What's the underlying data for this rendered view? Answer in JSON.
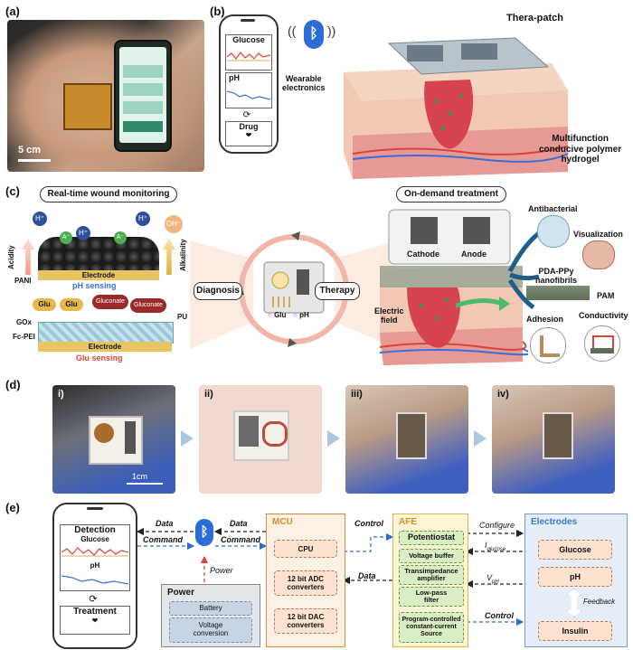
{
  "panels": {
    "a": "(a)",
    "b": "(b)",
    "c": "(c)",
    "d": "(d)",
    "e": "(e)"
  },
  "a": {
    "scale": "5 cm"
  },
  "b": {
    "phone": {
      "glucose": "Glucose",
      "ph": "pH",
      "drug": "Drug"
    },
    "labels": {
      "thera_patch": "Thera-patch",
      "wearable": "Wearable\nelectronics",
      "hydrogel": "Multifunction\nconducive polymer\nhydrogel"
    }
  },
  "c": {
    "monitoring_title": "Real-time wound monitoring",
    "treatment_title": "On-demand treatment",
    "acidity": "Acidity",
    "alkalinity": "Alkalinity",
    "pani": "PANI",
    "electrode": "Electrode",
    "ph_sensing": "pH sensing",
    "glu": "Glu",
    "gluconate": "Gluconate",
    "pu": "PU",
    "gox": "GOx",
    "fc_pei": "Fc-PEI",
    "glu_sensing": "Glu sensing",
    "diagnosis": "Diagnosis",
    "therapy": "Therapy",
    "legend_glu": "Glu",
    "legend_ph": "pH",
    "cathode": "Cathode",
    "anode": "Anode",
    "electric_field": "Electric\nfield",
    "antibacterial": "Antibacterial",
    "visualization": "Visualization",
    "pda_ppy": "PDA-PPy\nnanofibrils",
    "pam": "PAM",
    "adhesion": "Adhesion",
    "conductivity": "Conductivity",
    "h_plus": "H⁺",
    "oh_minus": "OH⁻"
  },
  "d": {
    "steps": [
      "i)",
      "ii)",
      "iii)",
      "iv)"
    ],
    "scale": "1cm"
  },
  "e": {
    "phone": {
      "detection": "Detection",
      "glucose": "Glucose",
      "ph": "pH",
      "treatment": "Treatment"
    },
    "data1": "Data",
    "command1": "Command",
    "data2": "Data",
    "command2": "Command",
    "power_label": "Power",
    "power_box": {
      "title": "Power",
      "battery": "Battery",
      "voltage": "Voltage\nconversion"
    },
    "mcu": {
      "title": "MCU",
      "cpu": "CPU",
      "adc": "12 bit ADC\nconverters",
      "dac": "12 bit DAC\nconverters"
    },
    "control1": "Control",
    "data3": "Data",
    "afe": {
      "title": "AFE",
      "potentiostat": "Potentiostat",
      "buffer": "Voltage buffer",
      "tia": "Transimpedance\namplifier",
      "lpf": "Low-pass\nfilter",
      "source": "Program-controlled\nconstant-current\nSource"
    },
    "configure": "Configure",
    "i_glucose": "I",
    "i_glucose_sub": "glucose",
    "v_ph": "V",
    "v_ph_sub": "pH",
    "control2": "Control",
    "electrodes": {
      "title": "Electrodes",
      "glucose": "Glucose",
      "ph": "pH",
      "feedback": "Feedback",
      "insulin": "Insulin"
    }
  },
  "colors": {
    "ph_blue": "#3a6fd8",
    "glu_red": "#d9443a",
    "mcu_orange": "#e08a2e",
    "afe_green": "#6a9a40",
    "electrode_blue": "#3a7ad0",
    "bluetooth": "#2c6cd6"
  }
}
